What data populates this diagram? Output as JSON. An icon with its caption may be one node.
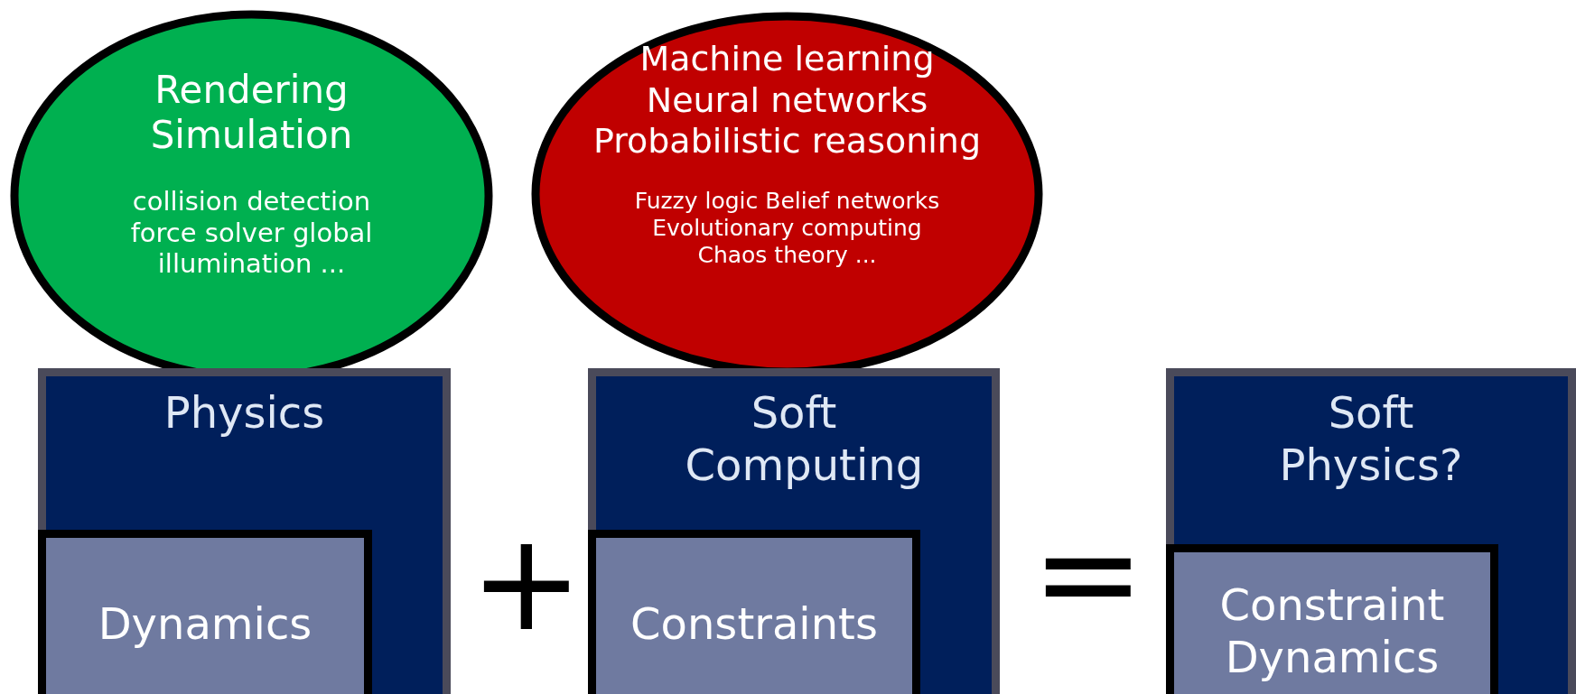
{
  "diagram": {
    "nodes": [
      {
        "text": [
          "Rendering Simulation",
          "collision detection force solver global illumination ..."
        ]
      },
      {
        "text": [
          "Machine learning Neural networks Probabilistic reasoning",
          "Fuzzy logic Belief networks Evolutionary computing Chaos theory ..."
        ]
      },
      {
        "text": [
          "Physics"
        ]
      },
      {
        "text": [
          "Dynamics"
        ],
        "in": 2
      },
      {
        "text": [
          "Soft Computing"
        ]
      },
      {
        "text": [
          "Constraints"
        ],
        "in": 4
      },
      {
        "text": [
          "Soft Physics?"
        ]
      },
      {
        "text": [
          "Constraint Dynamics"
        ],
        "in": 6
      }
    ],
    "edges": [],
    "labels": [
      "+",
      "="
    ]
  }
}
